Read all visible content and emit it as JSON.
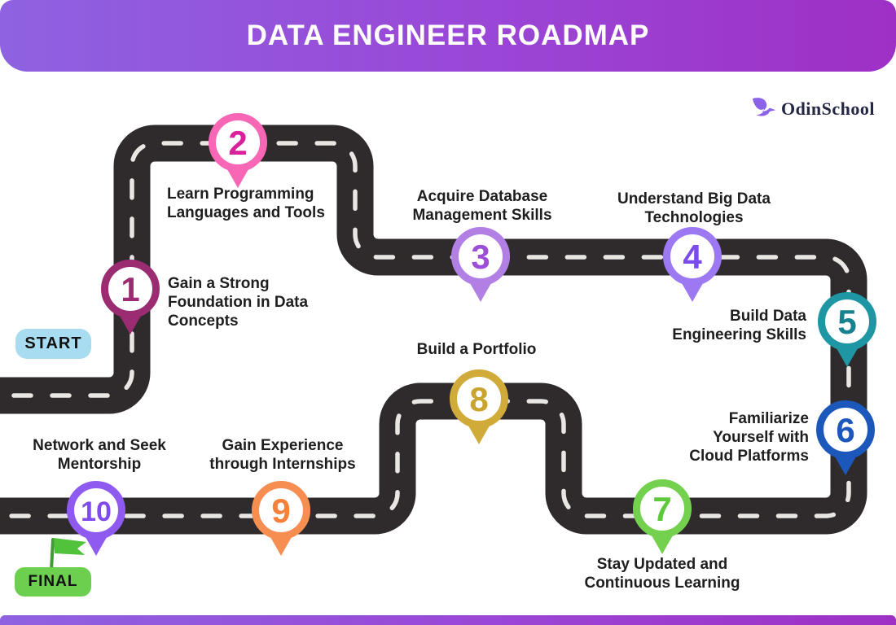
{
  "header": {
    "title": "DATA ENGINEER ROADMAP"
  },
  "logo": {
    "name": "OdinSchool"
  },
  "start_badge": {
    "label": "START",
    "bg": "#A8DCF0"
  },
  "final_badge": {
    "label": "FINAL",
    "bg": "#6CCF4E",
    "flag_color": "#52C13B"
  },
  "road": {
    "color": "#2F2B2C",
    "dash_color": "#E9E7E4"
  },
  "steps": [
    {
      "number": "1",
      "label": "Gain a Strong Foundation in Data Concepts",
      "lines": [
        "Gain a Strong",
        "Foundation in Data",
        "Concepts"
      ],
      "pin_color": "#9B2C72",
      "number_color": "#9B2C72"
    },
    {
      "number": "2",
      "label": "Learn Programming Languages and Tools",
      "lines": [
        "Learn Programming",
        "Languages and Tools"
      ],
      "pin_color": "#F767B6",
      "number_color": "#D9219B"
    },
    {
      "number": "3",
      "label": "Acquire Database Management Skills",
      "lines": [
        "Acquire Database",
        "Management Skills"
      ],
      "pin_color": "#B27FE5",
      "number_color": "#9C4FD6"
    },
    {
      "number": "4",
      "label": "Understand Big Data Technologies",
      "lines": [
        "Understand Big Data",
        "Technologies"
      ],
      "pin_color": "#9C79F2",
      "number_color": "#7B4BEC"
    },
    {
      "number": "5",
      "label": "Build Data Engineering Skills",
      "lines": [
        "Build Data",
        "Engineering Skills"
      ],
      "pin_color": "#1E96A4",
      "number_color": "#17818E"
    },
    {
      "number": "6",
      "label": "Familiarize Yourself with Cloud Platforms",
      "lines": [
        "Familiarize",
        "Yourself with",
        "Cloud Platforms"
      ],
      "pin_color": "#1C58BC",
      "number_color": "#1C58BC"
    },
    {
      "number": "7",
      "label": "Stay Updated and Continuous Learning",
      "lines": [
        "Stay Updated and",
        "Continuous Learning"
      ],
      "pin_color": "#73D14E",
      "number_color": "#5FC93C"
    },
    {
      "number": "8",
      "label": "Build a Portfolio",
      "lines": [
        "Build a Portfolio"
      ],
      "pin_color": "#D1AB3A",
      "number_color": "#C9A42F"
    },
    {
      "number": "9",
      "label": "Gain Experience through Internships",
      "lines": [
        "Gain Experience",
        "through Internships"
      ],
      "pin_color": "#F78E51",
      "number_color": "#F5813B"
    },
    {
      "number": "10",
      "label": "Network and Seek Mentorship",
      "lines": [
        "Network and Seek",
        "Mentorship"
      ],
      "pin_color": "#8F5AF0",
      "number_color": "#7F4AEE"
    }
  ]
}
